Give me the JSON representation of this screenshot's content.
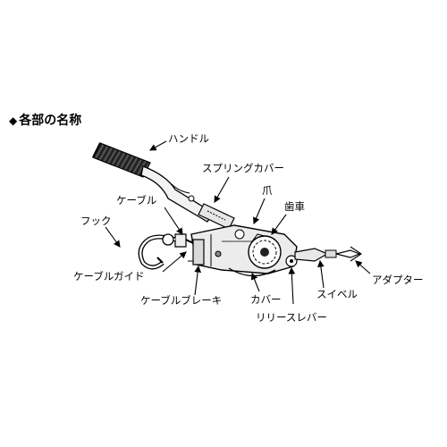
{
  "heading": {
    "bullet": "◆",
    "text": "各部の名称"
  },
  "labels": {
    "handle": "ハンドル",
    "spring_cover": "スプリングカバー",
    "pawl": "爪",
    "gear": "歯車",
    "cable": "ケーブル",
    "hook": "フック",
    "cable_guide": "ケーブルガイド",
    "cable_brake": "ケーブルブレーキ",
    "cover": "カバー",
    "release_lever": "リリースレバー",
    "swivel": "スイベル",
    "adapter": "アダプター"
  }
}
